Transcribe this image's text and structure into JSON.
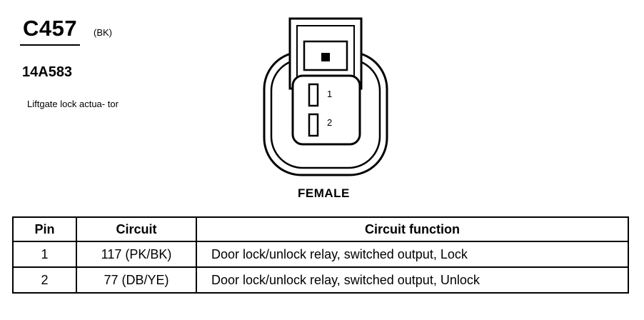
{
  "connector": {
    "id": "C457",
    "color_code": "(BK)",
    "part_number": "14A583",
    "description": "Liftgate lock actua- tor",
    "gender": "FEMALE",
    "pin_labels": [
      "1",
      "2"
    ]
  },
  "table": {
    "headers": [
      "Pin",
      "Circuit",
      "Circuit function"
    ],
    "rows": [
      {
        "pin": "1",
        "circuit": "117 (PK/BK)",
        "function": "Door lock/unlock relay, switched output, Lock"
      },
      {
        "pin": "2",
        "circuit": "77 (DB/YE)",
        "function": "Door lock/unlock relay, switched output, Unlock"
      }
    ]
  }
}
